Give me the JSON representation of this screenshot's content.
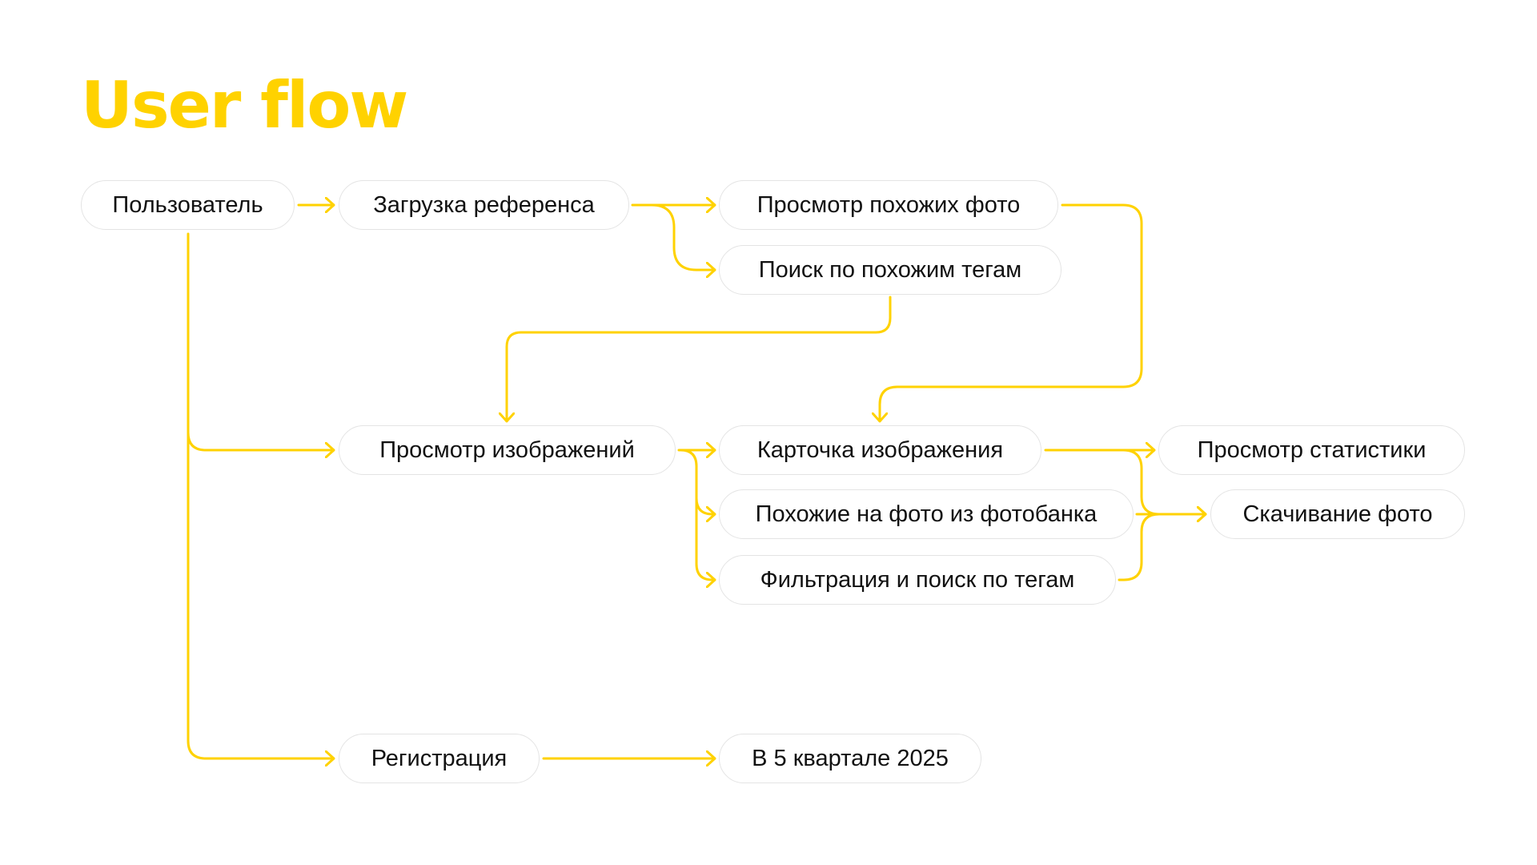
{
  "title": "User flow",
  "colors": {
    "accent": "#FFD200",
    "node_border": "#E4E4E4",
    "text": "#111111"
  },
  "nodes": {
    "user": "Пользователь",
    "upload_reference": "Загрузка референса",
    "view_similar_photos": "Просмотр похожих фото",
    "search_similar_tags": "Поиск по похожим тегам",
    "view_images": "Просмотр изображений",
    "image_card": "Карточка изображения",
    "similar_stock_photos": "Похожие на фото из фотобанка",
    "filter_search_tags": "Фильтрация и поиск по тегам",
    "view_statistics": "Просмотр статистики",
    "download_photo": "Скачивание фото",
    "registration": "Регистрация",
    "q5_2025": "В 5 квартале 2025"
  }
}
